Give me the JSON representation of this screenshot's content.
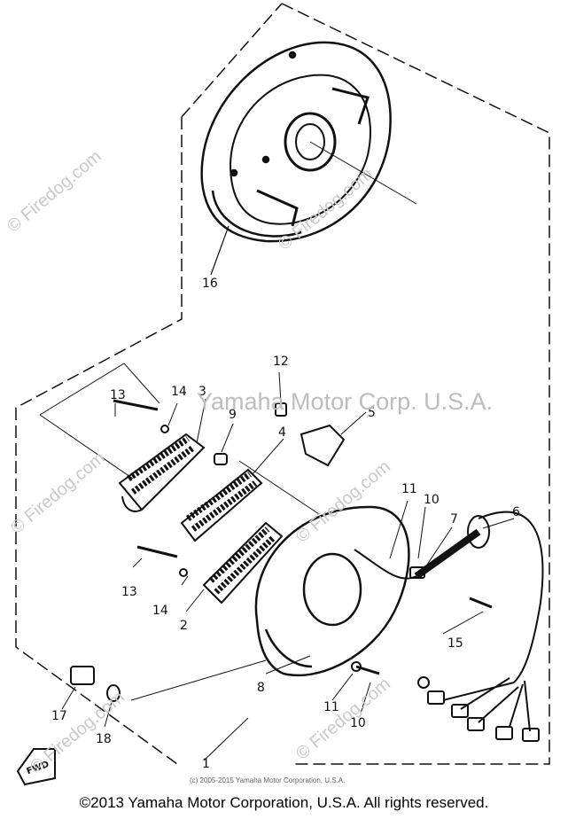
{
  "watermarks": {
    "motor_corp": "Yamaha Motor Corp. U.S.A.",
    "firedog": "© Firedog.com"
  },
  "diagram": {
    "callouts": {
      "c1": "1",
      "c2": "2",
      "c3": "3",
      "c4": "4",
      "c5": "5",
      "c6": "6",
      "c7": "7",
      "c8": "8",
      "c9": "9",
      "c10a": "10",
      "c10b": "10",
      "c11a": "11",
      "c11b": "11",
      "c12": "12",
      "c13a": "13",
      "c13b": "13",
      "c14a": "14",
      "c14b": "14",
      "c15": "15",
      "c16": "16",
      "c17": "17",
      "c18": "18"
    },
    "fwd_label": "FWD",
    "small_copyright": "(c) 2005-2015 Yamaha Motor Corporation, U.S.A."
  },
  "footer": {
    "copyright": "©2013 Yamaha Motor Corporation, U.S.A. All rights reserved."
  },
  "colors": {
    "ink": "#111111",
    "watermark": "#c9c9c9"
  }
}
